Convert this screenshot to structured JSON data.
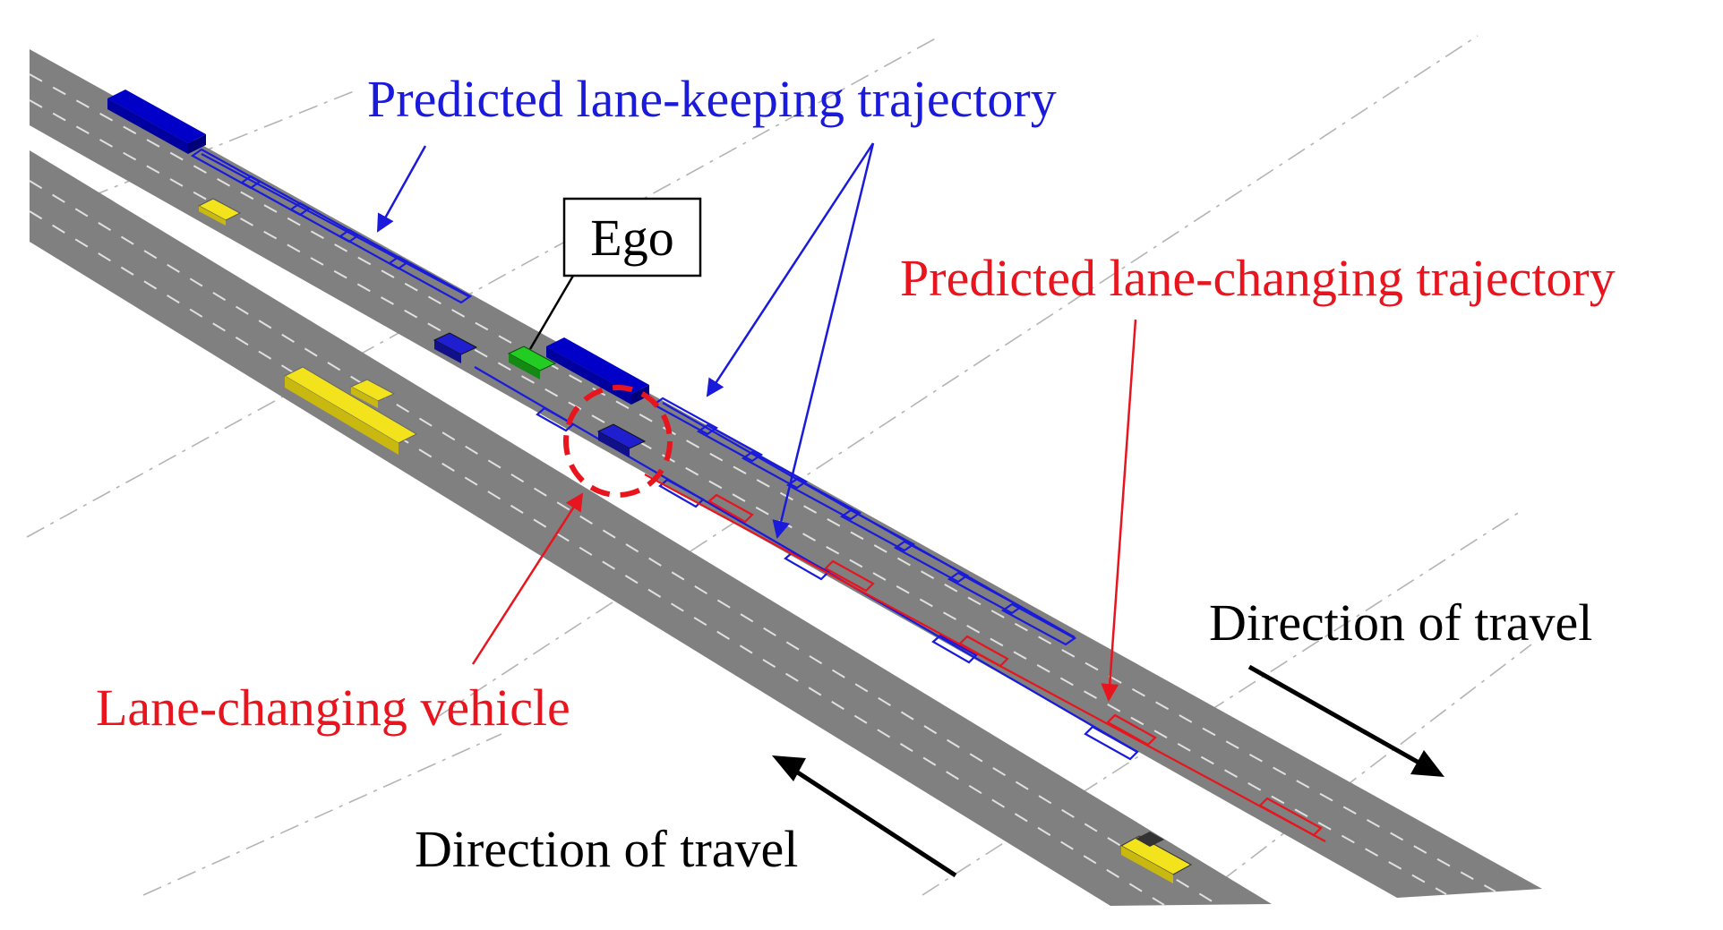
{
  "labels": {
    "lane_keeping": "Predicted lane-keeping trajectory",
    "lane_changing": "Predicted lane-changing trajectory",
    "ego": "Ego",
    "lane_changing_vehicle": "Lane-changing vehicle",
    "direction_right": "Direction of travel",
    "direction_left": "Direction of travel"
  },
  "colors": {
    "road": "#808080",
    "lane_marking": "#e0e0e0",
    "lane_keeping": "#1a1adb",
    "lane_changing": "#e8141e",
    "ego_vehicle": "#22cc22",
    "predicted_vehicle": "#1f1fcf",
    "other_traffic": "#f2e31c",
    "arrow": "#000000"
  },
  "icons": [
    "ego-car-icon",
    "lane-changing-car-icon",
    "bus-icon",
    "car-icon",
    "direction-arrow-icon"
  ]
}
